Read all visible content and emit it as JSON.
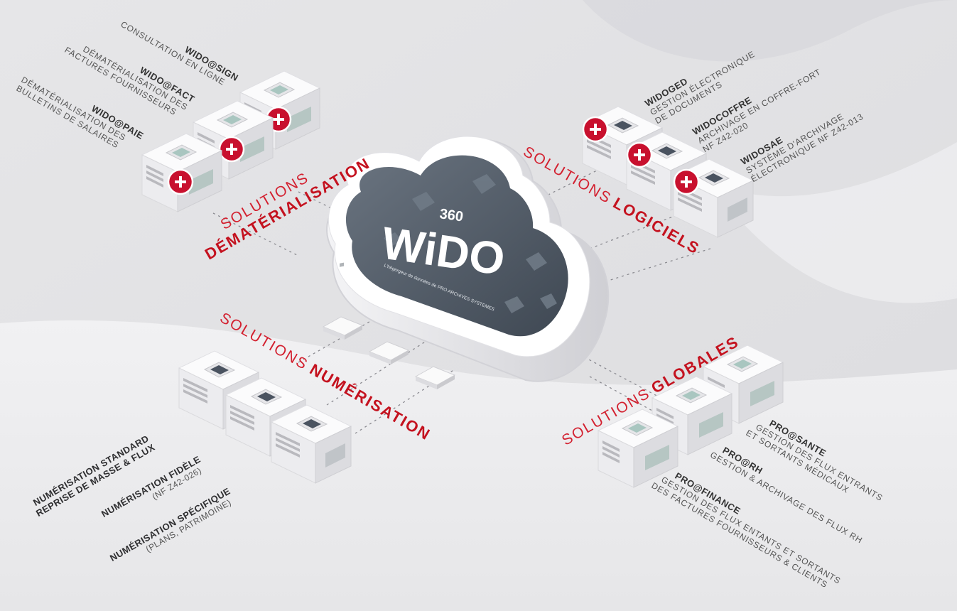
{
  "cloud": {
    "brand": "WiDO",
    "version": "360",
    "tagline": "L'hégergeur de données de PRO ARCHIVES SYSTEMES"
  },
  "solutions": {
    "dematerialisation": {
      "prefix": "SOLUTIONS",
      "title": "DÉMATÉRIALISATION",
      "items": [
        {
          "name": "WIDO@SIGN",
          "desc": [
            "CONSULTATION EN LIGNE"
          ]
        },
        {
          "name": "WIDO@FACT",
          "desc": [
            "DÉMATÉRIALISATION DES",
            "FACTURES FOURNISSEURS"
          ]
        },
        {
          "name": "WIDO@PAIE",
          "desc": [
            "DÉMATÉRIALISATION DES",
            "BULLETINS DE SALAIRES"
          ]
        }
      ]
    },
    "logiciels": {
      "prefix": "SOLUTIONS",
      "title": "LOGICIELS",
      "items": [
        {
          "name": "WIDOGED",
          "desc": [
            "GESTION ÉLECTRONIQUE",
            "DE DOCUMENTS"
          ]
        },
        {
          "name": "WIDOCOFFRE",
          "desc": [
            "ARCHIVAGE EN COFFRE-FORT",
            "NF Z42-020"
          ]
        },
        {
          "name": "WIDOSAE",
          "desc": [
            "SYSTÈME D'ARCHIVAGE",
            "ÉLECTRONIQUE NF Z42-013"
          ]
        }
      ]
    },
    "numerisation": {
      "prefix": "SOLUTIONS",
      "title": "NUMÉRISATION",
      "items": [
        {
          "name": "NUMÉRISATION STANDARD",
          "name2": "REPRISE DE MASSE & FLUX"
        },
        {
          "name": "NUMÉRISATION FIDÈLE",
          "desc": [
            "(NF Z42-026)"
          ]
        },
        {
          "name": "NUMÉRISATION SPÉCIFIQUE",
          "desc": [
            "(PLANS, PATRIMOINE)"
          ]
        }
      ]
    },
    "globales": {
      "prefix": "SOLUTIONS",
      "title": "GLOBALES",
      "items": [
        {
          "name": "PRO@SANTE",
          "desc": [
            "GESTION DES FLUX ENTRANTS",
            "ET SORTANTS MÉDICAUX"
          ]
        },
        {
          "name": "PRO@RH",
          "desc": [
            "GESTION & ARCHIVAGE DES FLUX RH"
          ]
        },
        {
          "name": "PRO@FINANCE",
          "desc": [
            "GESTION DES FLUX ENTANTS ET SORTANTS",
            "DES FACTURES FOURNISSEURS & CLIENTS"
          ]
        }
      ]
    }
  },
  "colors": {
    "accent": "#c4121f",
    "plus_badge": "#c8102e",
    "cloud_screen": "#55606d",
    "chip_dark": "#4a5360",
    "chip_teal": "#a9c6c0",
    "background": "#e9e9eb"
  },
  "icons": {
    "plus": "plus-icon",
    "server": "server-block-icon",
    "cloud": "cloud-icon"
  }
}
